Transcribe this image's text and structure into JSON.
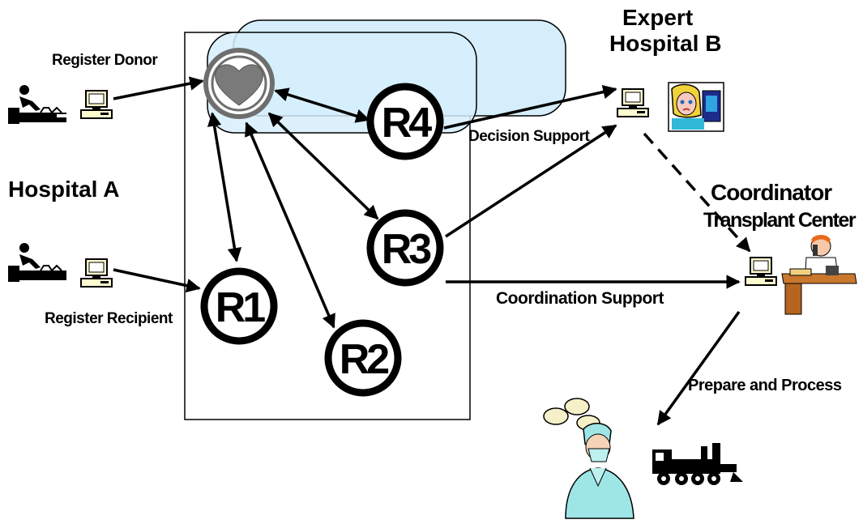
{
  "labels": {
    "register_donor": "Register Donor",
    "register_recipient": "Register Recipient",
    "hospital_a": "Hospital A",
    "expert_hospital_line1": "Expert",
    "expert_hospital_line2": "Hospital B",
    "coordinator_line1": "Coordinator",
    "coordinator_line2": "Transplant Center",
    "decision_support": "Decision Support",
    "coordination_support": "Coordination Support",
    "prepare_and_process": "Prepare and Process"
  },
  "nodes": {
    "r1": "R1",
    "r2": "R2",
    "r3": "R3",
    "r4": "R4"
  },
  "colors": {
    "overlay_fill": "#d6eefb",
    "heart_fill": "#7a7a7a",
    "heart_ring": "#6e6e6e",
    "line": "#000000"
  },
  "icons": [
    "patient-on-bed-icon",
    "computer-icon",
    "worried-woman-at-computer-icon",
    "person-on-phone-at-desk-icon",
    "surgeon-icon",
    "steam-locomotive-icon",
    "heart-icon"
  ]
}
